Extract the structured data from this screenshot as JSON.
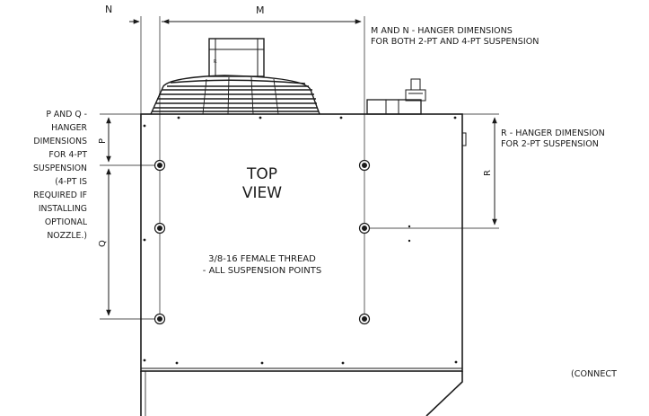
{
  "dimension_letters": {
    "m": "M",
    "n": "N",
    "p": "P",
    "q": "Q",
    "r": "R"
  },
  "notes": {
    "mn_line1": "M AND N - HANGER DIMENSIONS",
    "mn_line2": "FOR BOTH 2-PT AND 4-PT SUSPENSION",
    "r_line1": "R - HANGER DIMENSION",
    "r_line2": "FOR 2-PT SUSPENSION",
    "pq_lines": [
      "P AND Q -",
      "HANGER",
      "DIMENSIONS",
      "FOR 4-PT",
      "SUSPENSION",
      "(4-PT IS",
      "REQUIRED IF",
      "INSTALLING",
      "OPTIONAL",
      "NOZZLE.)"
    ],
    "view_line1": "TOP",
    "view_line2": "VIEW",
    "thread_line1": "3/8-16 FEMALE THREAD",
    "thread_line2": "- ALL SUSPENSION POINTS",
    "connect_note": "(CONNECT"
  },
  "motor_label": "R",
  "colors": {
    "line": "#1a1a1a",
    "background": "#ffffff"
  }
}
